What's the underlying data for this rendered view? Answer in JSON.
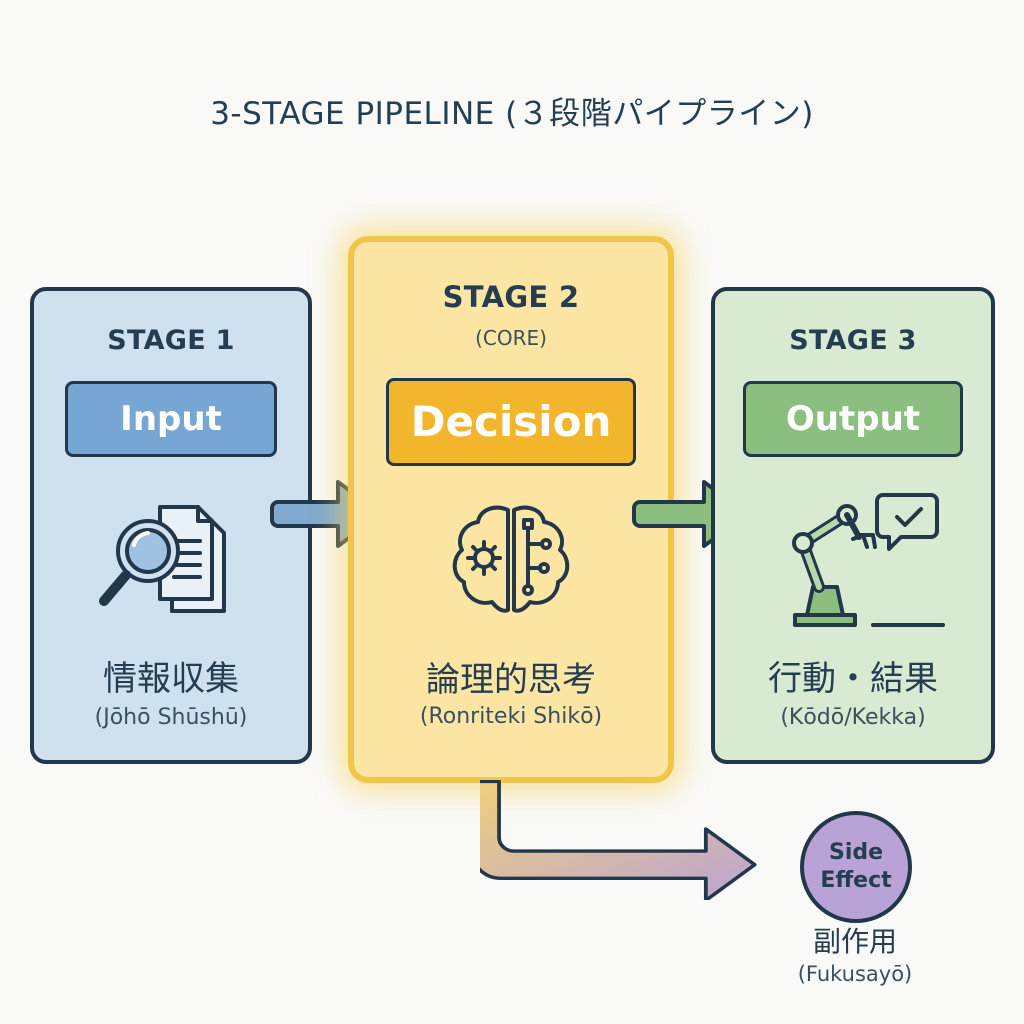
{
  "title": "3-STAGE PIPELINE (３段階パイプライン)",
  "stages": [
    {
      "label": "STAGE 1",
      "sub": "",
      "pill": "Input",
      "jp": "情報収集",
      "romaji": "(Jōhō Shūshū)",
      "icon": "magnifier-document-icon",
      "color": "#76a6d3"
    },
    {
      "label": "STAGE 2",
      "sub": "(CORE)",
      "pill": "Decision",
      "jp": "論理的思考",
      "romaji": "(Ronriteki Shikō)",
      "icon": "brain-gear-icon",
      "color": "#f3b52c"
    },
    {
      "label": "STAGE 3",
      "sub": "",
      "pill": "Output",
      "jp": "行動・結果",
      "romaji": "(Kōdō/Kekka)",
      "icon": "robot-arm-check-icon",
      "color": "#8cbf7f"
    }
  ],
  "side_effect": {
    "label_line1": "Side",
    "label_line2": "Effect",
    "jp": "副作用",
    "romaji": "(Fukusayō)",
    "color": "#b9a3d6"
  }
}
